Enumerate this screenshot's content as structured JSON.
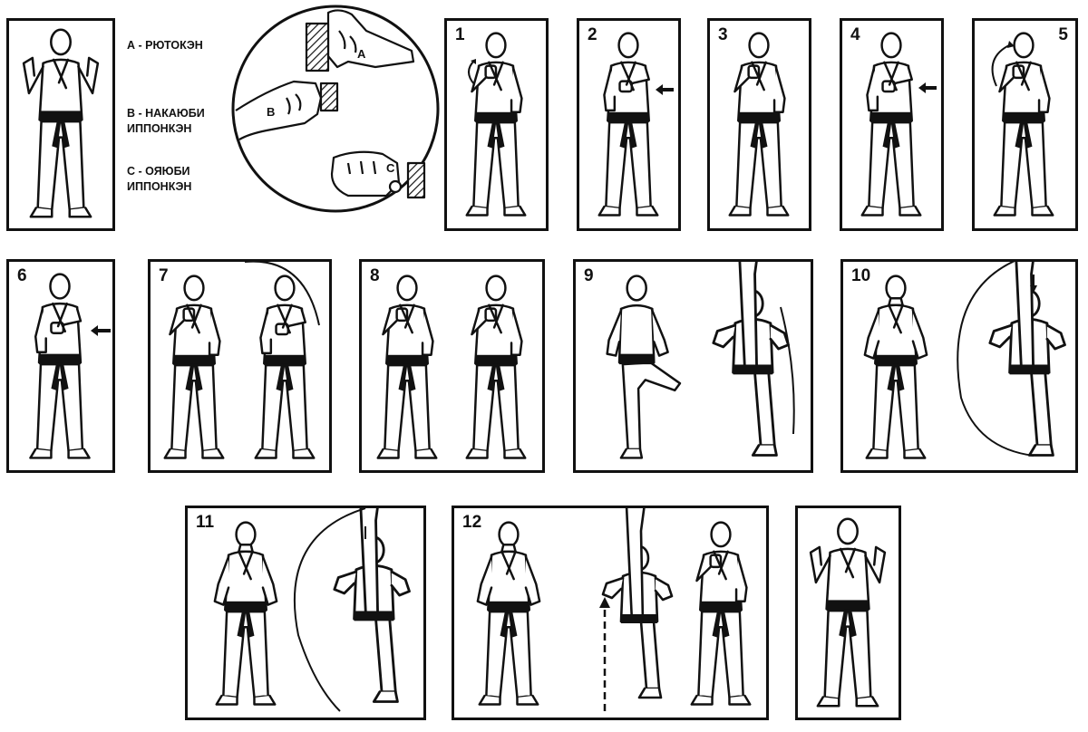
{
  "legend": {
    "a": "А - РЮТОКЭН",
    "b": "В - НАКАЮБИ\nИППОНКЭН",
    "c": "С - ОЯЮБИ\nИППОНКЭН"
  },
  "inset_letters": {
    "a": "А",
    "b": "В",
    "c": "С"
  },
  "steps": {
    "s1": "1",
    "s2": "2",
    "s3": "3",
    "s4": "4",
    "s5": "5",
    "s6": "6",
    "s7": "7",
    "s8": "8",
    "s9": "9",
    "s10": "10",
    "s11": "11",
    "s12": "12"
  },
  "colors": {
    "ink": "#111111",
    "paper": "#ffffff",
    "belt": "#111111"
  }
}
